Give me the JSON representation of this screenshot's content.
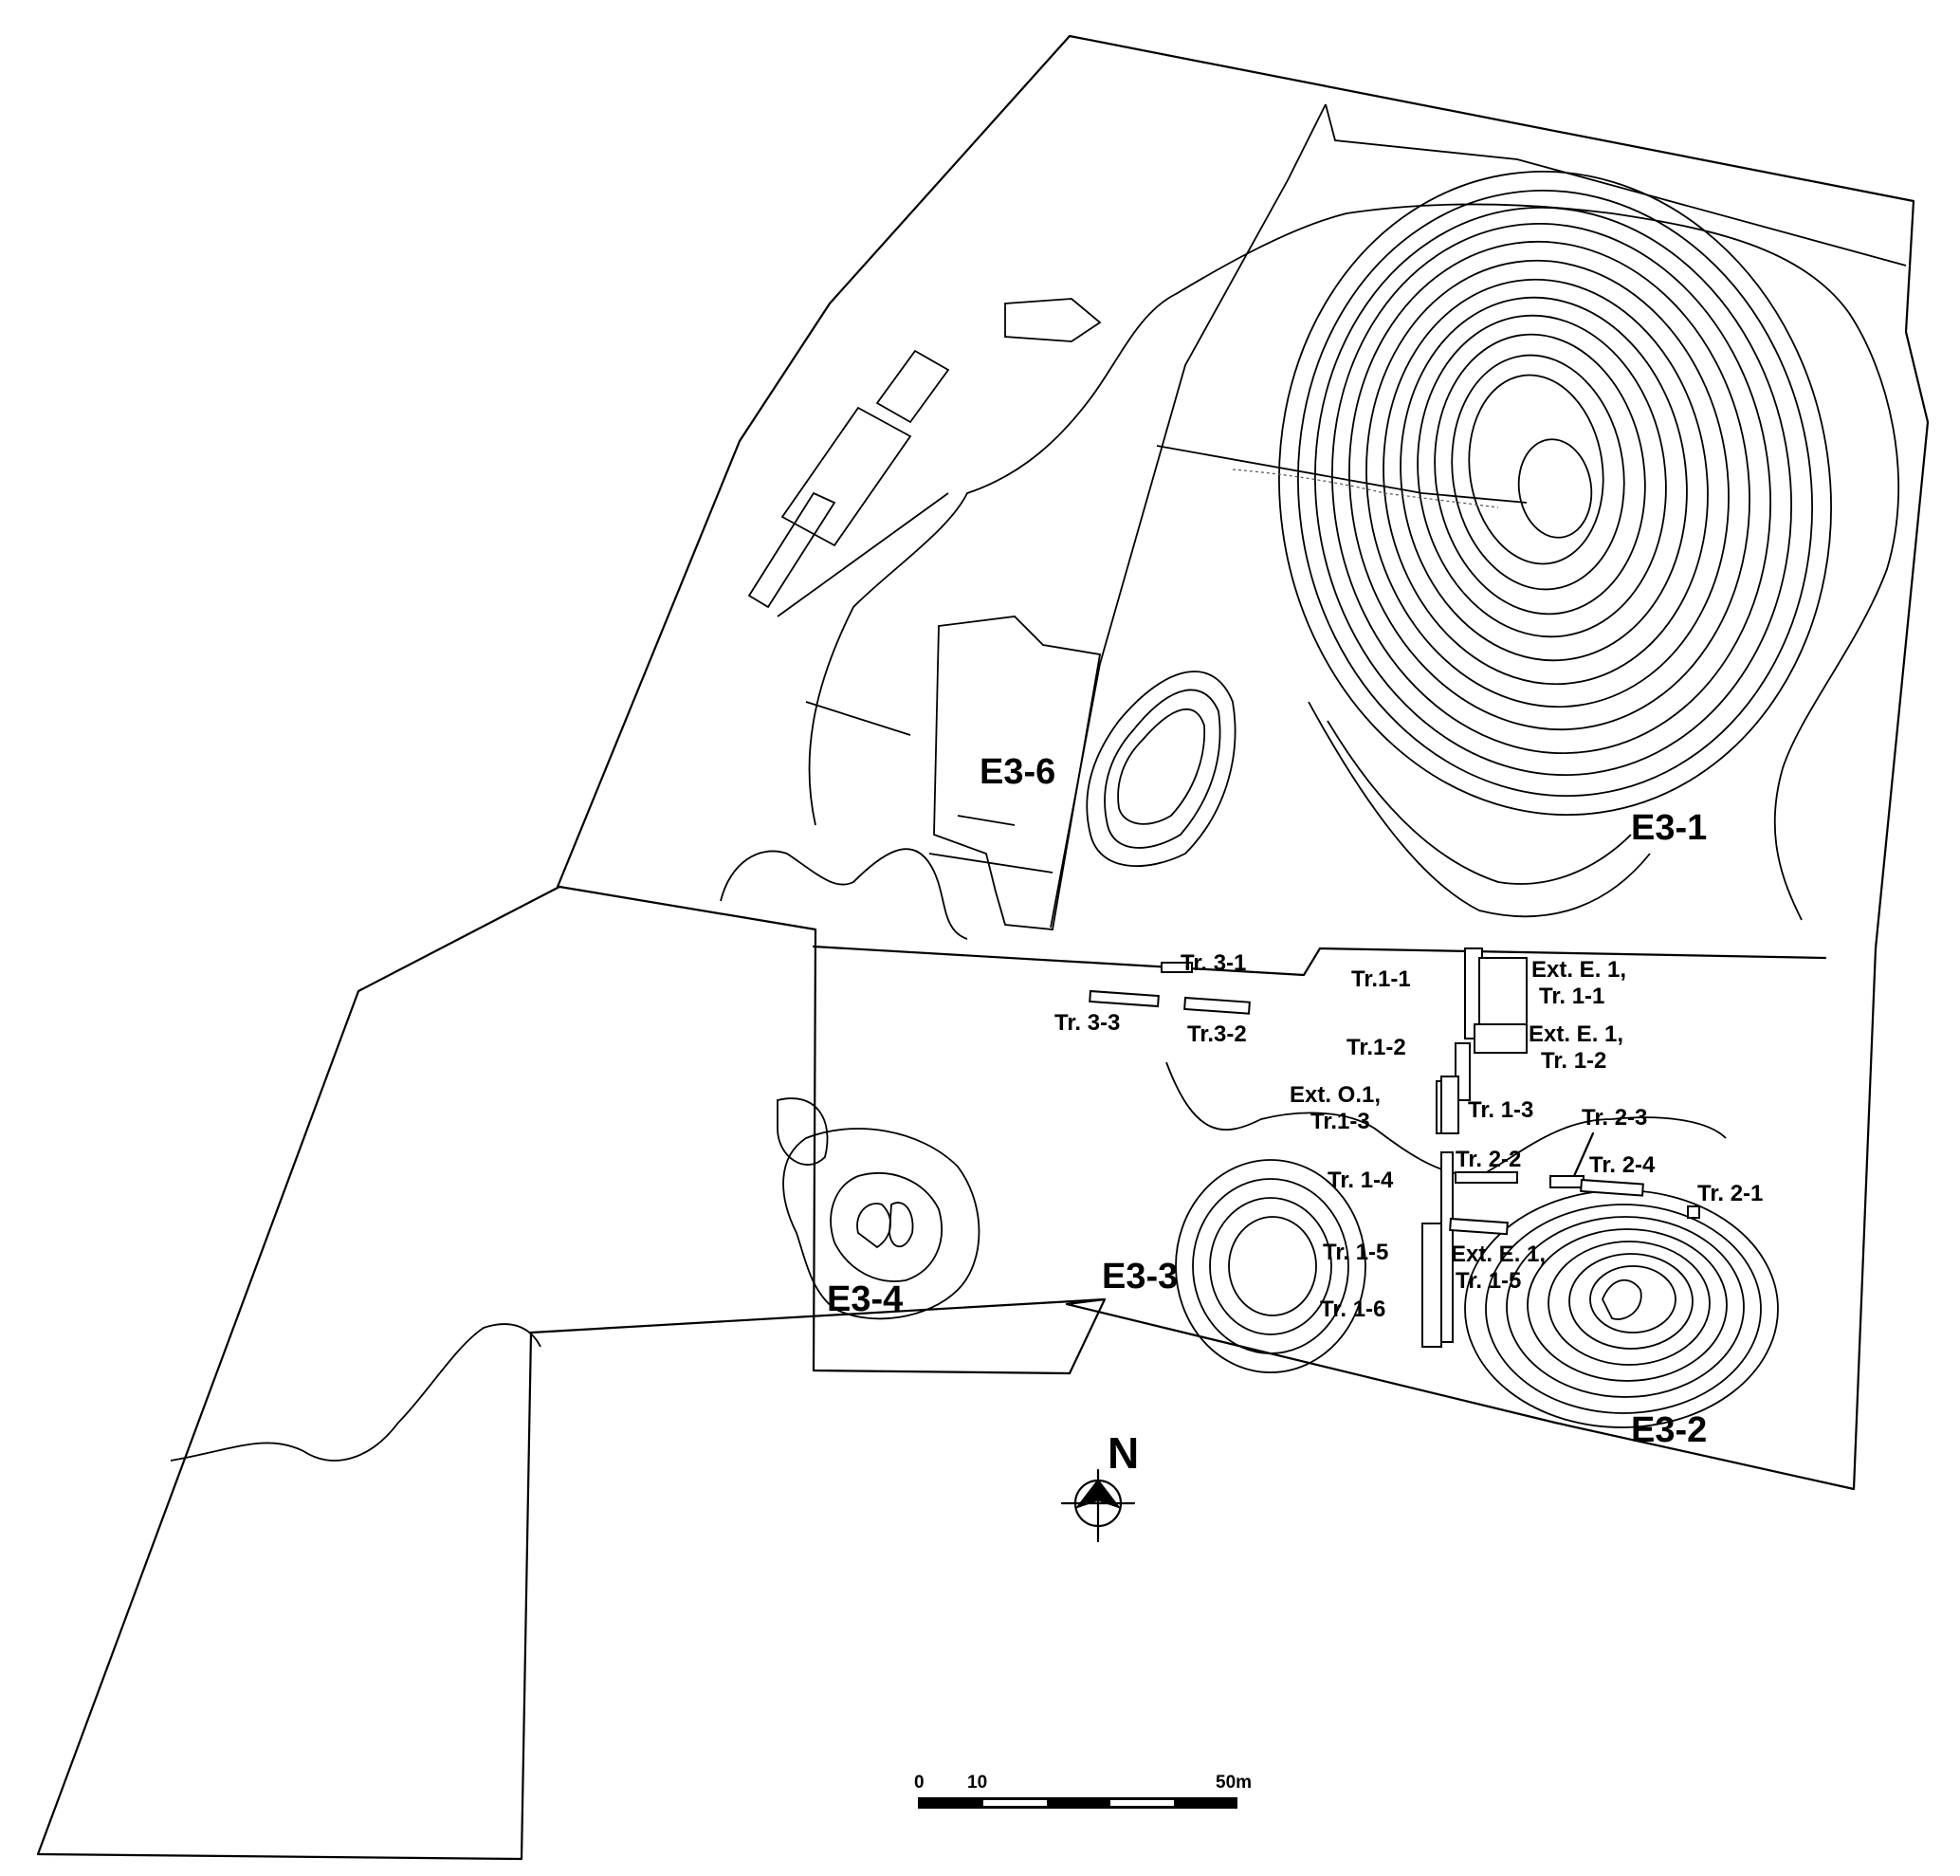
{
  "mounds": [
    {
      "id": "e3-1",
      "label": "E3-1"
    },
    {
      "id": "e3-2",
      "label": "E3-2"
    },
    {
      "id": "e3-3",
      "label": "E3-3"
    },
    {
      "id": "e3-4",
      "label": "E3-4"
    },
    {
      "id": "e3-6",
      "label": "E3-6"
    }
  ],
  "trenches": {
    "tr_3_1": "Tr. 3-1",
    "tr_3_2": "Tr.3-2",
    "tr_3_3": "Tr. 3-3",
    "tr_1_1": "Tr.1-1",
    "tr_1_2": "Tr.1-2",
    "tr_1_3": "Tr. 1-3",
    "tr_1_4": "Tr. 1-4",
    "tr_1_5": "Tr. 1-5",
    "tr_1_6": "Tr. 1-6",
    "tr_2_1": "Tr. 2-1",
    "tr_2_2": "Tr. 2-2",
    "tr_2_3": "Tr. 2-3",
    "tr_2_4": "Tr. 2-4"
  },
  "extensions": {
    "ext_e1_tr11_a": "Ext. E. 1,",
    "ext_e1_tr11_b": "Tr. 1-1",
    "ext_e1_tr12_a": "Ext. E. 1,",
    "ext_e1_tr12_b": "Tr. 1-2",
    "ext_o1_tr13_a": "Ext. O.1,",
    "ext_o1_tr13_b": "Tr.1-3",
    "ext_e1_tr15_a": "Ext. E. 1,",
    "ext_e1_tr15_b": "Tr. 1-5"
  },
  "north_arrow": {
    "label": "N"
  },
  "scale_bar": {
    "tick_0": "0",
    "tick_10": "10",
    "tick_50": "50m"
  }
}
